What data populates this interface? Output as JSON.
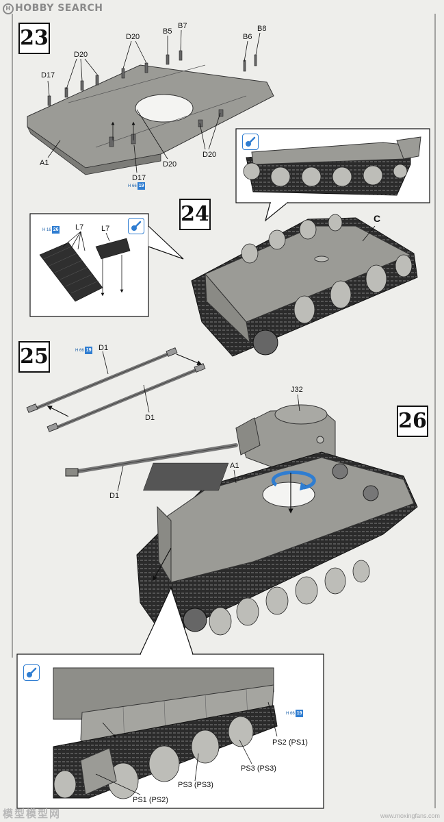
{
  "watermark": {
    "brand": "HOBBY SEARCH"
  },
  "steps": {
    "s23": "23",
    "s24": "24",
    "s25": "25",
    "s26": "26"
  },
  "step23": {
    "labels": {
      "b5": "B5",
      "b7": "B7",
      "b6": "B6",
      "b8": "B8",
      "d20_top": "D20",
      "d20_left": "D20",
      "d17_left": "D17",
      "a1": "A1",
      "d17_bottom": "D17",
      "d20_bottom": "D20",
      "d20_right": "D20"
    },
    "ref": {
      "prefix": "H 66",
      "num": "19"
    }
  },
  "step24": {
    "labels": {
      "c": "C",
      "l7_a": "L7",
      "l7_b": "L7"
    },
    "ref": {
      "prefix": "H 16",
      "num": "26"
    }
  },
  "step25": {
    "labels": {
      "d1_top": "D1",
      "d1_mid": "D1",
      "d1_low": "D1"
    },
    "ref": {
      "prefix": "H 66",
      "num": "19"
    }
  },
  "step26": {
    "labels": {
      "j32": "J32",
      "a1": "A1",
      "ps2": "PS2 (PS1)",
      "ps3_right": "PS3 (PS3)",
      "ps3_left": "PS3 (PS3)",
      "ps1": "PS1 (PS2)"
    },
    "ref": {
      "prefix": "H 66",
      "num": "19"
    }
  },
  "footer": {
    "cn": "模型模型网",
    "url": "www.moxingfans.com"
  },
  "colors": {
    "paint_blue": "#2f7dd1",
    "hull_grey": "#8d8d88",
    "track_dark": "#2b2b2b"
  }
}
